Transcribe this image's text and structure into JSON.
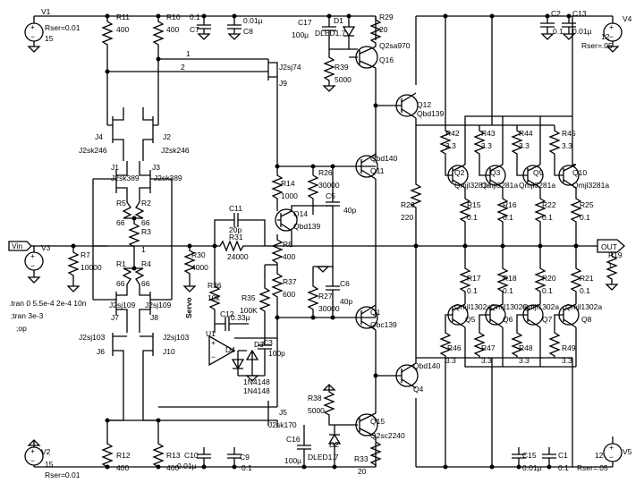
{
  "wires": {
    "net1": "1",
    "net2": "2",
    "servo": "Servo"
  },
  "sources": {
    "v1": {
      "name": "V1",
      "value": "15",
      "rser": "Rser=0.01"
    },
    "v2": {
      "name": "V2",
      "value": "15",
      "rser": "Rser=0.01"
    },
    "v4": {
      "name": "V4",
      "value": "12",
      "rser": "Rser=.05"
    },
    "v5": {
      "name": "V5",
      "value": "12",
      "rser": "Rser=.05"
    },
    "v3": {
      "name": "V3",
      "input": "Vin"
    }
  },
  "resistors": {
    "r11": {
      "name": "R11",
      "value": "400"
    },
    "r10": {
      "name": "R10",
      "value": "400"
    },
    "r12": {
      "name": "R12",
      "value": "400"
    },
    "r13": {
      "name": "R13",
      "value": "400"
    },
    "r29": {
      "name": "R29",
      "value": "20"
    },
    "r33": {
      "name": "R33",
      "value": "20"
    },
    "r39": {
      "name": "R39",
      "value": "5000"
    },
    "r38": {
      "name": "R38",
      "value": "5000"
    },
    "r7": {
      "name": "R7",
      "value": "10000"
    },
    "r5": {
      "name": "R5",
      "value": "66"
    },
    "r2": {
      "name": "R2",
      "value": "66"
    },
    "r1": {
      "name": "R1",
      "value": "66"
    },
    "r4": {
      "name": "R4",
      "value": "66"
    },
    "r3": {
      "name": "R3",
      "value": "1"
    },
    "r30": {
      "name": "R30",
      "value": "4000"
    },
    "r36": {
      "name": "R36",
      "value": "10k"
    },
    "r31": {
      "name": "R31",
      "value": "24000"
    },
    "r14": {
      "name": "R14",
      "value": "1000"
    },
    "r8": {
      "name": "R8",
      "value": "400"
    },
    "r37": {
      "name": "R37",
      "value": "600"
    },
    "r35": {
      "name": "R35",
      "value": "100K"
    },
    "r26": {
      "name": "R26",
      "value": "30000"
    },
    "r27": {
      "name": "R27",
      "value": "30000"
    },
    "r28": {
      "name": "R28",
      "value": "220"
    },
    "r42": {
      "name": "R42",
      "value": "3.3"
    },
    "r43": {
      "name": "R43",
      "value": "3.3"
    },
    "r44": {
      "name": "R44",
      "value": "3.3"
    },
    "r45": {
      "name": "R45",
      "value": "3.3"
    },
    "r15": {
      "name": "R15",
      "value": "0.1"
    },
    "r16": {
      "name": "R16",
      "value": "0.1"
    },
    "r22": {
      "name": "R22",
      "value": "0.1"
    },
    "r25": {
      "name": "R25",
      "value": "0.1"
    },
    "r17": {
      "name": "R17",
      "value": "0.1"
    },
    "r18": {
      "name": "R18",
      "value": "0.1"
    },
    "r20": {
      "name": "R20",
      "value": "0.1"
    },
    "r21": {
      "name": "R21",
      "value": "0.1"
    },
    "r46": {
      "name": "R46",
      "value": "3.3"
    },
    "r47": {
      "name": "R47",
      "value": "3.3"
    },
    "r48": {
      "name": "R48",
      "value": "3.3"
    },
    "r49": {
      "name": "R49",
      "value": "3.3"
    },
    "r19": {
      "name": "R19",
      "value": "1"
    }
  },
  "capacitors": {
    "c1a": {
      "name": "0.1",
      "value": "C7"
    },
    "c8": {
      "name": "0.01µ",
      "value": "C8"
    },
    "c17": {
      "name": "C17",
      "value": "100µ"
    },
    "c2": {
      "name": "C2",
      "value": "0.1"
    },
    "c13": {
      "name": "C13",
      "value": "0.01µ"
    },
    "c11": {
      "name": "C11",
      "value": "20p"
    },
    "c5": {
      "name": "C5",
      "value": "40p"
    },
    "c6": {
      "name": "C6",
      "value": "40p"
    },
    "c12": {
      "name": "C12",
      "value": "0.33µ"
    },
    "c3": {
      "name": "C3",
      "value": "100p"
    },
    "c10": {
      "name": "C10",
      "value": "0.01µ"
    },
    "c9": {
      "name": "C9",
      "value": "0.1"
    },
    "c16": {
      "name": "C16",
      "value": "100µ"
    },
    "c15": {
      "name": "C15",
      "value": "0.01µ"
    },
    "c1": {
      "name": "C1",
      "value": "0.1"
    }
  },
  "diodes": {
    "d1": {
      "name": "D1",
      "value": "DLED1.7"
    },
    "d2": {
      "name": "D2",
      "value": "DLED1.7"
    },
    "d4": {
      "name": "D4",
      "value": "1N4148"
    },
    "d3": {
      "name": "D3",
      "value": "1N4148"
    }
  },
  "transistors": {
    "q16": {
      "name": "Q16",
      "model": "Q2sa970"
    },
    "q15": {
      "name": "Q15",
      "model": "Q2sc2240"
    },
    "q12": {
      "name": "Q12",
      "model": "Qbd139"
    },
    "q11": {
      "name": "Q11",
      "model": "Qbd140"
    },
    "q14": {
      "name": "Q14",
      "model": "Qbd139"
    },
    "q1": {
      "name": "Q1",
      "model": "Qbc139"
    },
    "q4": {
      "name": "Q4",
      "model": "Qbd140"
    },
    "q2": {
      "name": "Q2",
      "model": "Qmjl3281a"
    },
    "q3": {
      "name": "Q3",
      "model": "Qmjl3281a"
    },
    "q9": {
      "name": "Q9",
      "model": "Qmjl3281a"
    },
    "q10": {
      "name": "Q10",
      "model": "Qmjl3281a"
    },
    "q5": {
      "name": "Q5",
      "model": "Qmjl1302a"
    },
    "q6": {
      "name": "Q6",
      "model": "Qmjl1302a"
    },
    "q7": {
      "name": "Q7",
      "model": "Qmjl1302a"
    },
    "q8": {
      "name": "Q8",
      "model": "Qmjl1302a"
    }
  },
  "jfets": {
    "j4": {
      "name": "J4",
      "model": "J2sk246"
    },
    "j2": {
      "name": "J2",
      "model": "J2sk246"
    },
    "j1": {
      "name": "J1",
      "model": "J2sk389"
    },
    "j3": {
      "name": "J3",
      "model": "J2sk389"
    },
    "j7": {
      "name": "J7",
      "model": "J2sj109"
    },
    "j8": {
      "name": "J8",
      "model": "J2sj109"
    },
    "j6": {
      "name": "J6",
      "model": "J2sj103"
    },
    "j10": {
      "name": "J10",
      "model": "J2sj103"
    },
    "j9": {
      "name": "J9",
      "model": "J2sj74"
    },
    "j5": {
      "name": "J5",
      "model": "J2sk170"
    }
  },
  "opamp": {
    "name": "U1"
  },
  "output": {
    "label": "OUT"
  },
  "directives": [
    ".tran 0 5.5e-4 2e-4 10n",
    ";tran 3e-3",
    ";op"
  ]
}
